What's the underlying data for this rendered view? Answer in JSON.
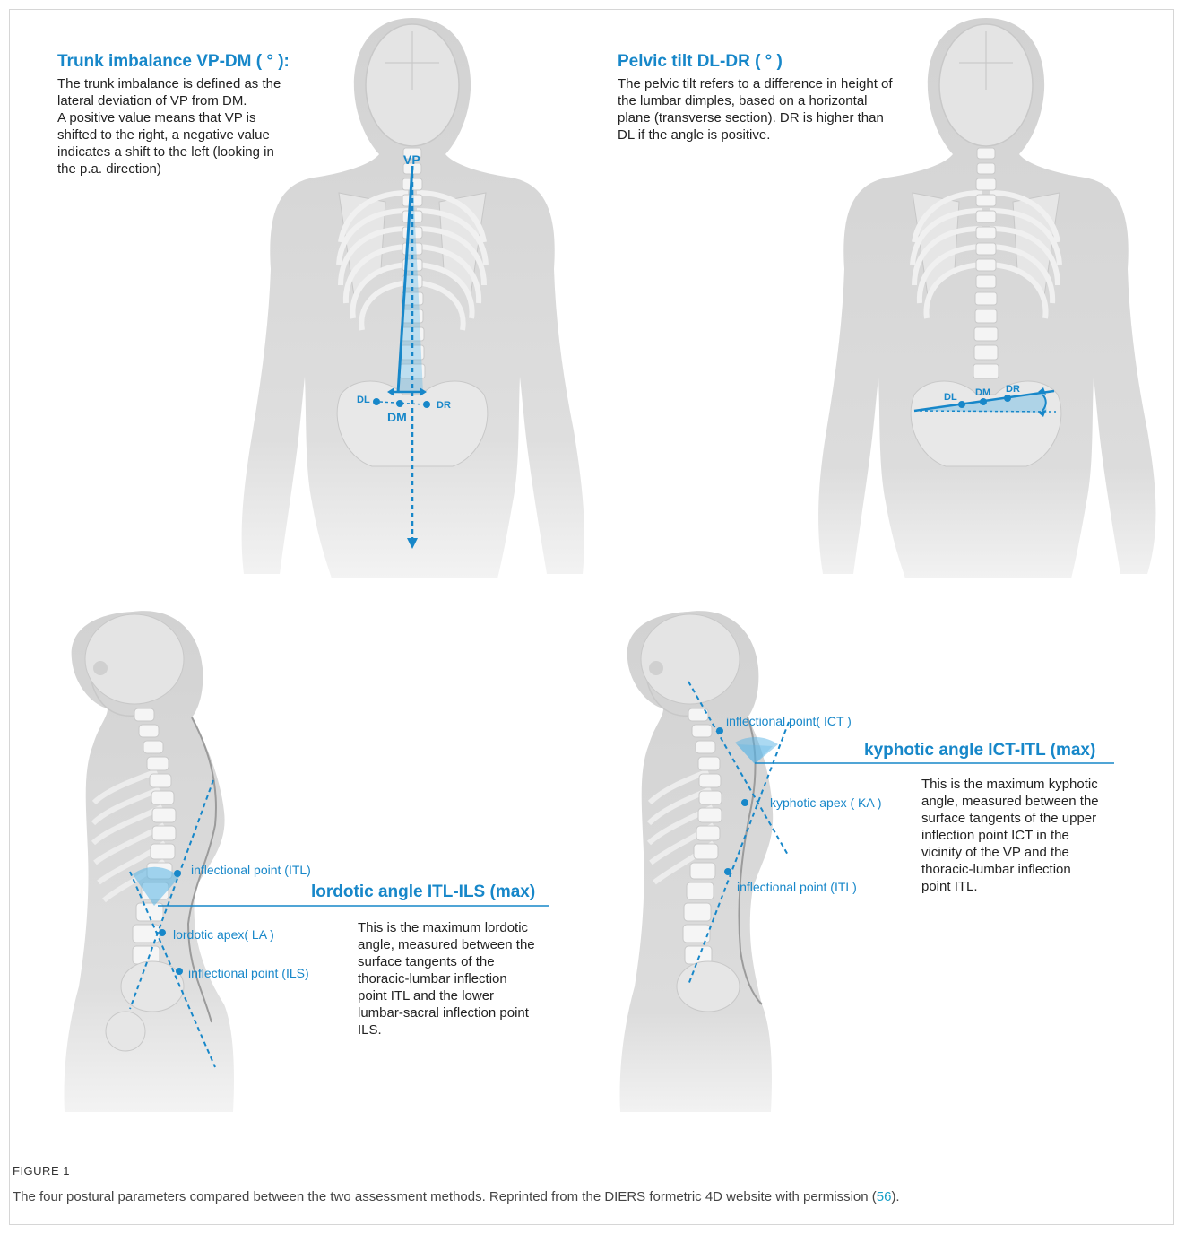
{
  "panels": {
    "trunk": {
      "title": "Trunk imbalance VP-DM ( ° ):",
      "lines": [
        "The trunk imbalance is defined as the",
        "lateral deviation of VP from DM.",
        "A positive value means that VP is",
        "shifted to the right, a negative value",
        "indicates a shift to the left (looking in",
        "the p.a. direction)"
      ],
      "labels": {
        "vp": "VP",
        "dm": "DM",
        "dl": "DL",
        "dr": "DR"
      }
    },
    "pelvic": {
      "title": "Pelvic tilt  DL-DR ( ° )",
      "lines": [
        "The pelvic tilt refers to a difference in height of",
        "the lumbar dimples, based on a horizontal",
        "plane (transverse section). DR is higher than",
        "DL if the angle is positive."
      ],
      "labels": {
        "dl": "DL",
        "dm": "DM",
        "dr": "DR"
      }
    },
    "lordotic": {
      "title": "lordotic angle  ITL-ILS (max)",
      "lines": [
        "This is the maximum lordotic",
        "angle, measured between the",
        "surface tangents of the",
        "thoracic-lumbar inflection",
        "point ITL and the lower",
        "lumbar-sacral inflection point",
        "ILS."
      ],
      "labels": {
        "itl": "inflectional point (ITL)",
        "la": "lordotic apex( LA )",
        "ils": "inflectional point (ILS)"
      }
    },
    "kyphotic": {
      "title": "kyphotic angle ICT-ITL (max)",
      "lines": [
        "This is the maximum kyphotic",
        "angle, measured between the",
        "surface tangents of the upper",
        "inflection point ICT in the",
        "vicinity of the VP and the",
        "thoracic-lumbar inflection",
        "point ITL."
      ],
      "labels": {
        "ict": "inflectional point( ICT )",
        "ka": "kyphotic apex ( KA )",
        "itl": "inflectional point (ITL)"
      }
    }
  },
  "caption": {
    "label": "FIGURE 1",
    "text": "The four postural parameters compared between the two assessment methods. Reprinted from the DIERS formetric 4D website with permission (",
    "ref": "56",
    "end": ")."
  },
  "colors": {
    "accent": "#1787c9",
    "bone": "#d9d9d9",
    "boneDark": "#c4c4c4",
    "highlight": "#57b4e6"
  }
}
